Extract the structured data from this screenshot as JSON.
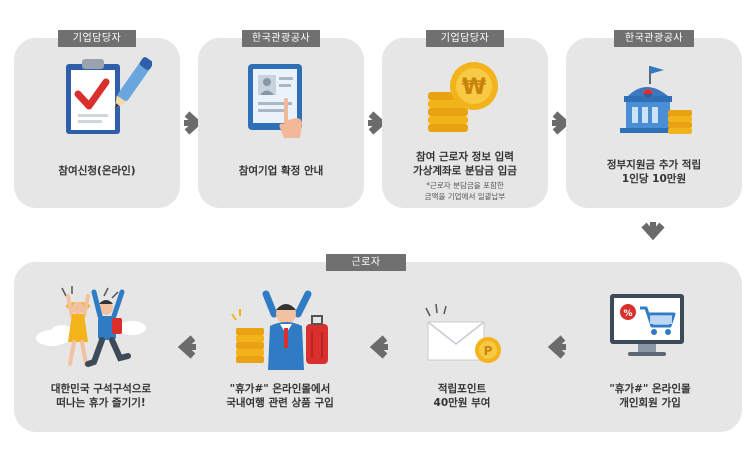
{
  "steps_top": [
    {
      "tag": "기업담당자",
      "label": "참여신청(온라인)"
    },
    {
      "tag": "한국관광공사",
      "label": "참여기업 확정 안내"
    },
    {
      "tag": "기업담당자",
      "label_line1": "참여 근로자 정보 입력",
      "label_line2": "가상계좌로 분담금 입금",
      "note_line1": "*근로자 분담금을 포함한",
      "note_line2": "금액을 기업에서 일괄납부"
    },
    {
      "tag": "한국관광공사",
      "label_line1": "정부지원금 추가 적립",
      "label_line2": "1인당 10만원"
    }
  ],
  "bottom_tag": "근로자",
  "steps_bottom": [
    {
      "label_line1": "\"휴가#\" 온라인몰",
      "label_line2": "개인회원 가입"
    },
    {
      "label_line1": "적립포인트",
      "label_line2": "40만원 부여"
    },
    {
      "label_line1": "\"휴가#\" 온라인몰에서",
      "label_line2": "국내여행 관련 상품 구입"
    },
    {
      "label_line1": "대한민국 구석구석으로",
      "label_line2": "떠나는 휴가 즐기기!"
    }
  ],
  "icons": {
    "step1": "clipboard-check-icon",
    "step2": "tablet-profile-icon",
    "step3": "won-coin-stack-icon",
    "step4": "government-building-icon",
    "step5": "online-shopping-monitor-icon",
    "step6": "envelope-point-icon",
    "step7": "traveler-shopping-icon",
    "step8": "happy-travelers-icon"
  },
  "colors": {
    "box": "#e6e6e6",
    "tag": "#707070",
    "arrow": "#6b6b6b",
    "accent_blue": "#2f7cc4",
    "accent_gold": "#f3b31b",
    "accent_red": "#d9302d"
  }
}
